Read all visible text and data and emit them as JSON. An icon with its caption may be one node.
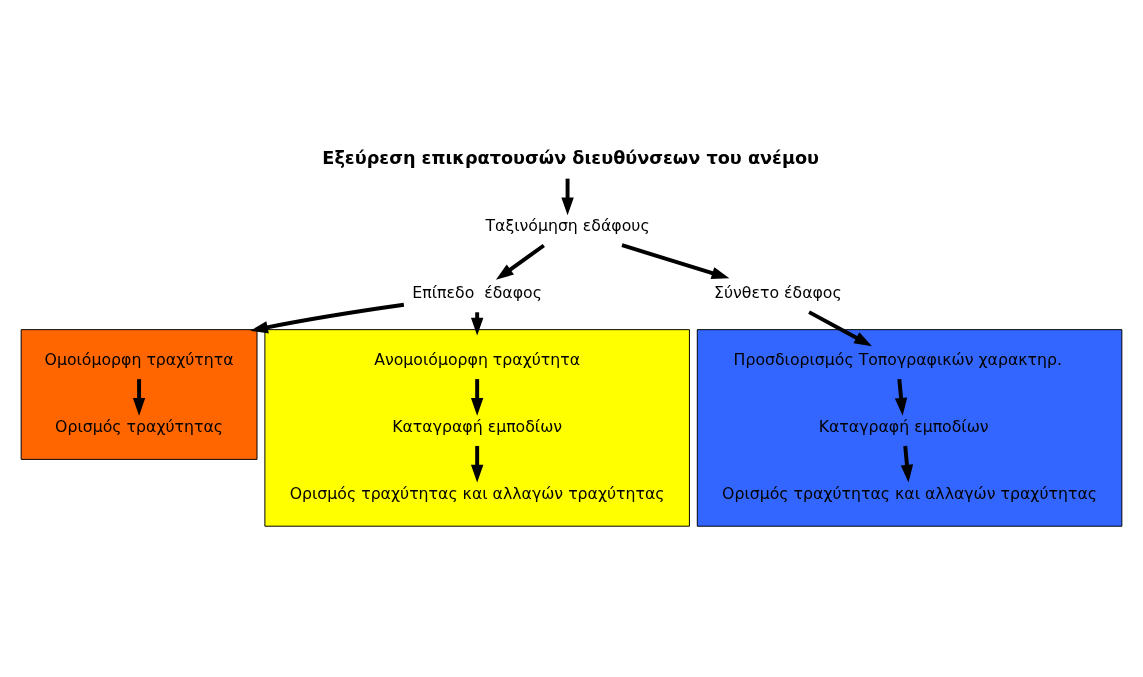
{
  "diagram": {
    "nodes": [
      {
        "text": [
          "Εξεύρεση επικρατουσών διευθύνσεων του ανέμου"
        ]
      },
      {
        "text": [
          "Ταξινόμηση εδάφους"
        ]
      },
      {
        "text": [
          "Επίπεδο  έδαφος"
        ]
      },
      {
        "text": [
          "Σύνθετο έδαφος"
        ]
      },
      {
        "text": [],
        "shape": "box"
      },
      {
        "text": [
          "Ομοιόμορφη τραχύτητα"
        ],
        "in": 4
      },
      {
        "text": [
          "Ορισμός τραχύτητας"
        ],
        "in": 4
      },
      {
        "text": [],
        "shape": "box"
      },
      {
        "text": [
          "Ανομοιόμορφη τραχύτητα"
        ],
        "in": 7
      },
      {
        "text": [
          "Καταγραφή εμποδίων"
        ],
        "in": 7
      },
      {
        "text": [
          "Ορισμός τραχύτητας και αλλαγών τραχύτητας"
        ],
        "in": 7
      },
      {
        "text": [],
        "shape": "box"
      },
      {
        "text": [
          "Προσδιορισμός Τοπογραφικών χαρακτηρ."
        ],
        "in": 11
      },
      {
        "text": [
          "Καταγραφή εμποδίων"
        ],
        "in": 11
      },
      {
        "text": [
          "Ορισμός τραχύτητας και αλλαγών τραχύτητας"
        ],
        "in": 11
      }
    ],
    "edges": [
      {
        "from": 0,
        "to": 1,
        "arrow": "to"
      },
      {
        "from": 1,
        "to": 2,
        "arrow": "to"
      },
      {
        "from": 1,
        "to": 3,
        "arrow": "to"
      },
      {
        "from": 2,
        "to": 4,
        "arrow": "to"
      },
      {
        "from": 2,
        "to": 7,
        "arrow": "to"
      },
      {
        "from": 3,
        "to": 12,
        "arrow": "to"
      },
      {
        "from": 5,
        "to": 6,
        "arrow": "to"
      },
      {
        "from": 8,
        "to": 9,
        "arrow": "to"
      },
      {
        "from": 9,
        "to": 10,
        "arrow": "to"
      },
      {
        "from": 12,
        "to": 13,
        "arrow": "to"
      },
      {
        "from": 13,
        "to": 14,
        "arrow": "to"
      }
    ]
  }
}
